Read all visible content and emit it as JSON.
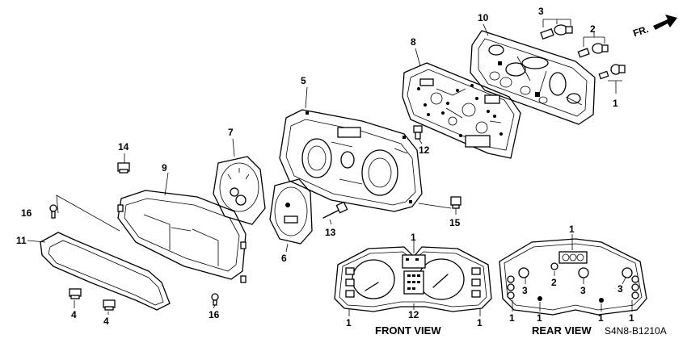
{
  "callouts": {
    "c1": "1",
    "c2": "2",
    "c3": "3",
    "c4": "4",
    "c5": "5",
    "c6": "6",
    "c7": "7",
    "c8": "8",
    "c9": "9",
    "c10": "10",
    "c11": "11",
    "c12": "12",
    "c13": "13",
    "c14": "14",
    "c15": "15",
    "c16": "16"
  },
  "direction_label": "FR.",
  "views": {
    "front": "FRONT VIEW",
    "rear": "REAR VIEW"
  },
  "diagram_code": "S4N8-B1210A",
  "colors": {
    "ink": "#000000",
    "paper": "#ffffff"
  }
}
